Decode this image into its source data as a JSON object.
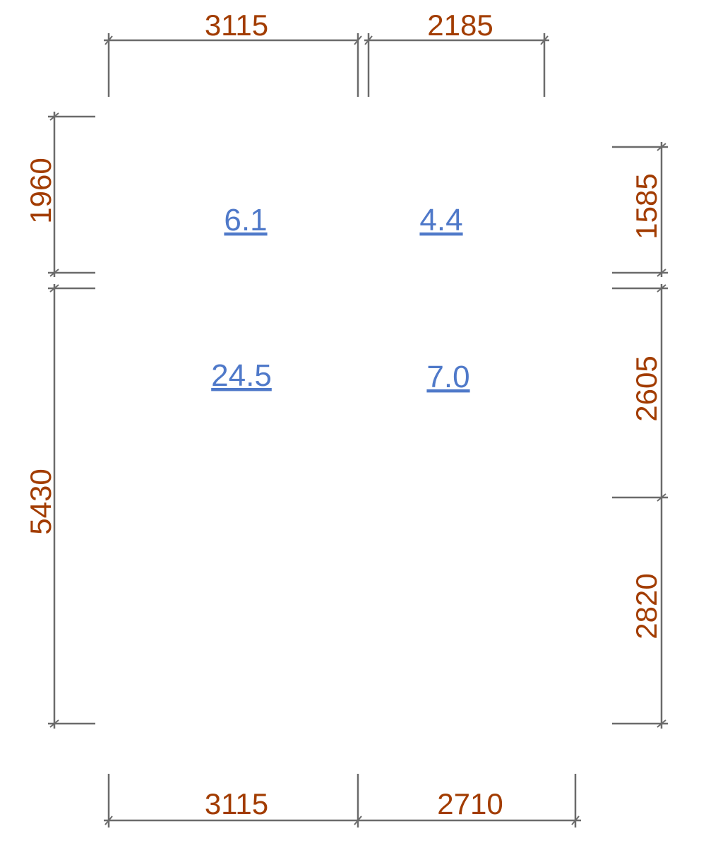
{
  "dimensions": {
    "top": [
      "3115",
      "2185"
    ],
    "bottom": [
      "3115",
      "2710"
    ],
    "left": [
      "1960",
      "5430"
    ],
    "right": [
      "1585",
      "2605",
      "2820"
    ]
  },
  "areas": {
    "room_top_left": "6.1",
    "room_top_right": "4.4",
    "room_bottom_left": "24.5",
    "room_bottom_right": "7.0"
  },
  "colors": {
    "dimension_text": "#a23c00",
    "area_text": "#4f79c9",
    "dimension_lines": "#6b6b6b"
  }
}
